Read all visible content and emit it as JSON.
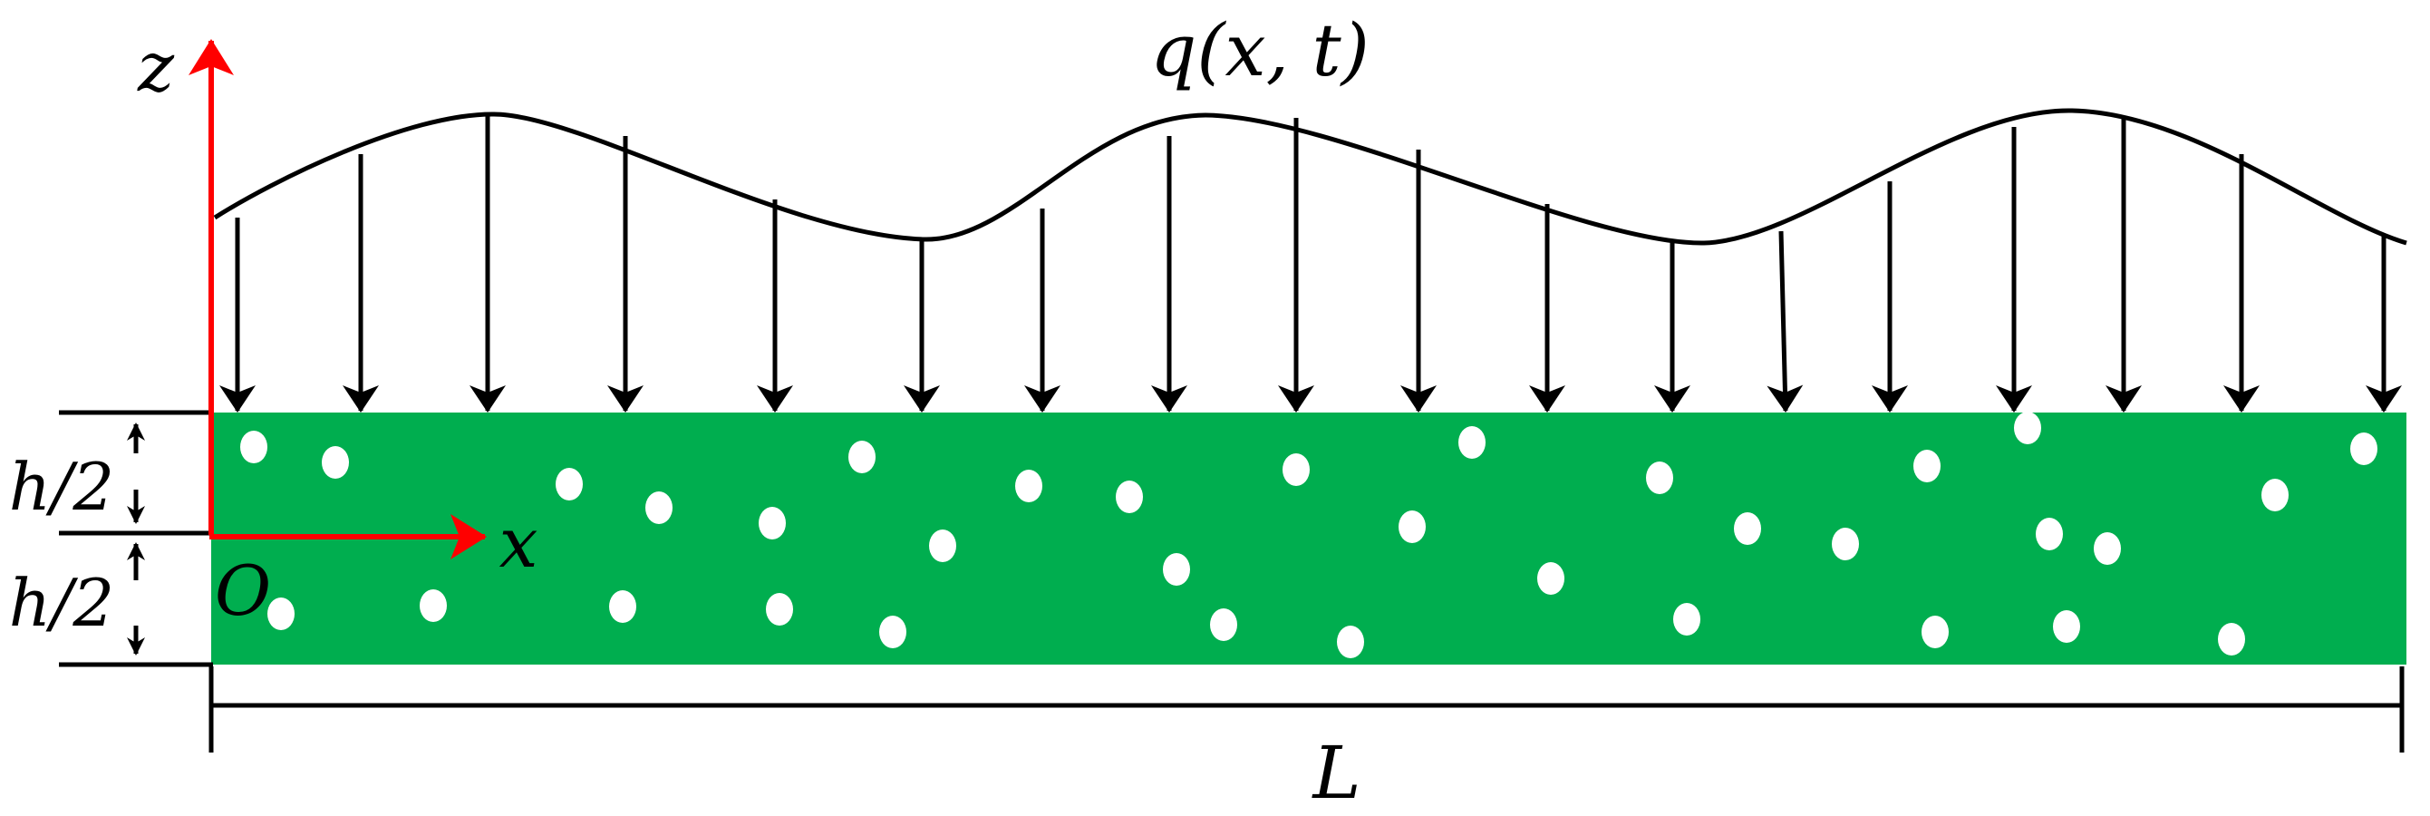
{
  "labels": {
    "load": "q(x, t)",
    "z_axis": "z",
    "x_axis": "x",
    "origin": "O",
    "upper_half": "h/2",
    "lower_half": "h/2",
    "length": "L"
  },
  "colors": {
    "beam_fill": "#00AE4F",
    "particle": "#ffffff",
    "axis": "#ff0000",
    "line": "#000000"
  }
}
